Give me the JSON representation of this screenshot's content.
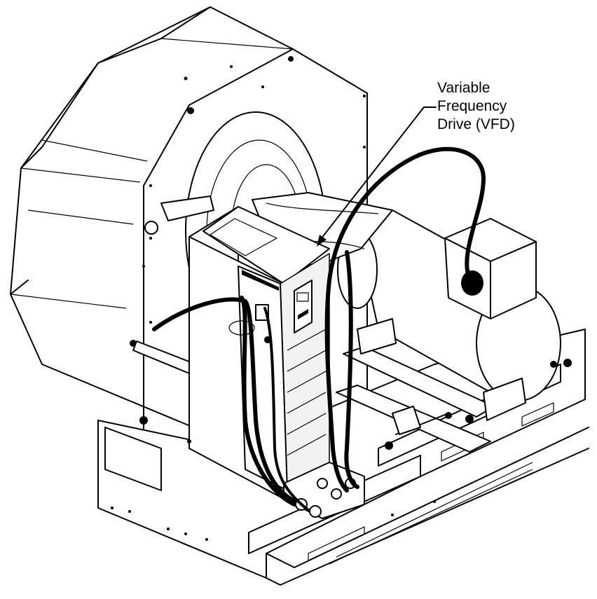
{
  "callout": {
    "lines": [
      "Variable",
      "Frequency",
      "Drive (VFD)"
    ]
  },
  "icons": {
    "blower-housing": "blower-housing-icon",
    "vfd-unit": "vfd-unit-icon",
    "motor": "motor-icon",
    "junction-box": "junction-box-icon",
    "base-frame": "base-frame-icon",
    "cables": "cable-icon"
  },
  "colors": {
    "line": "#000000",
    "background": "#ffffff"
  }
}
